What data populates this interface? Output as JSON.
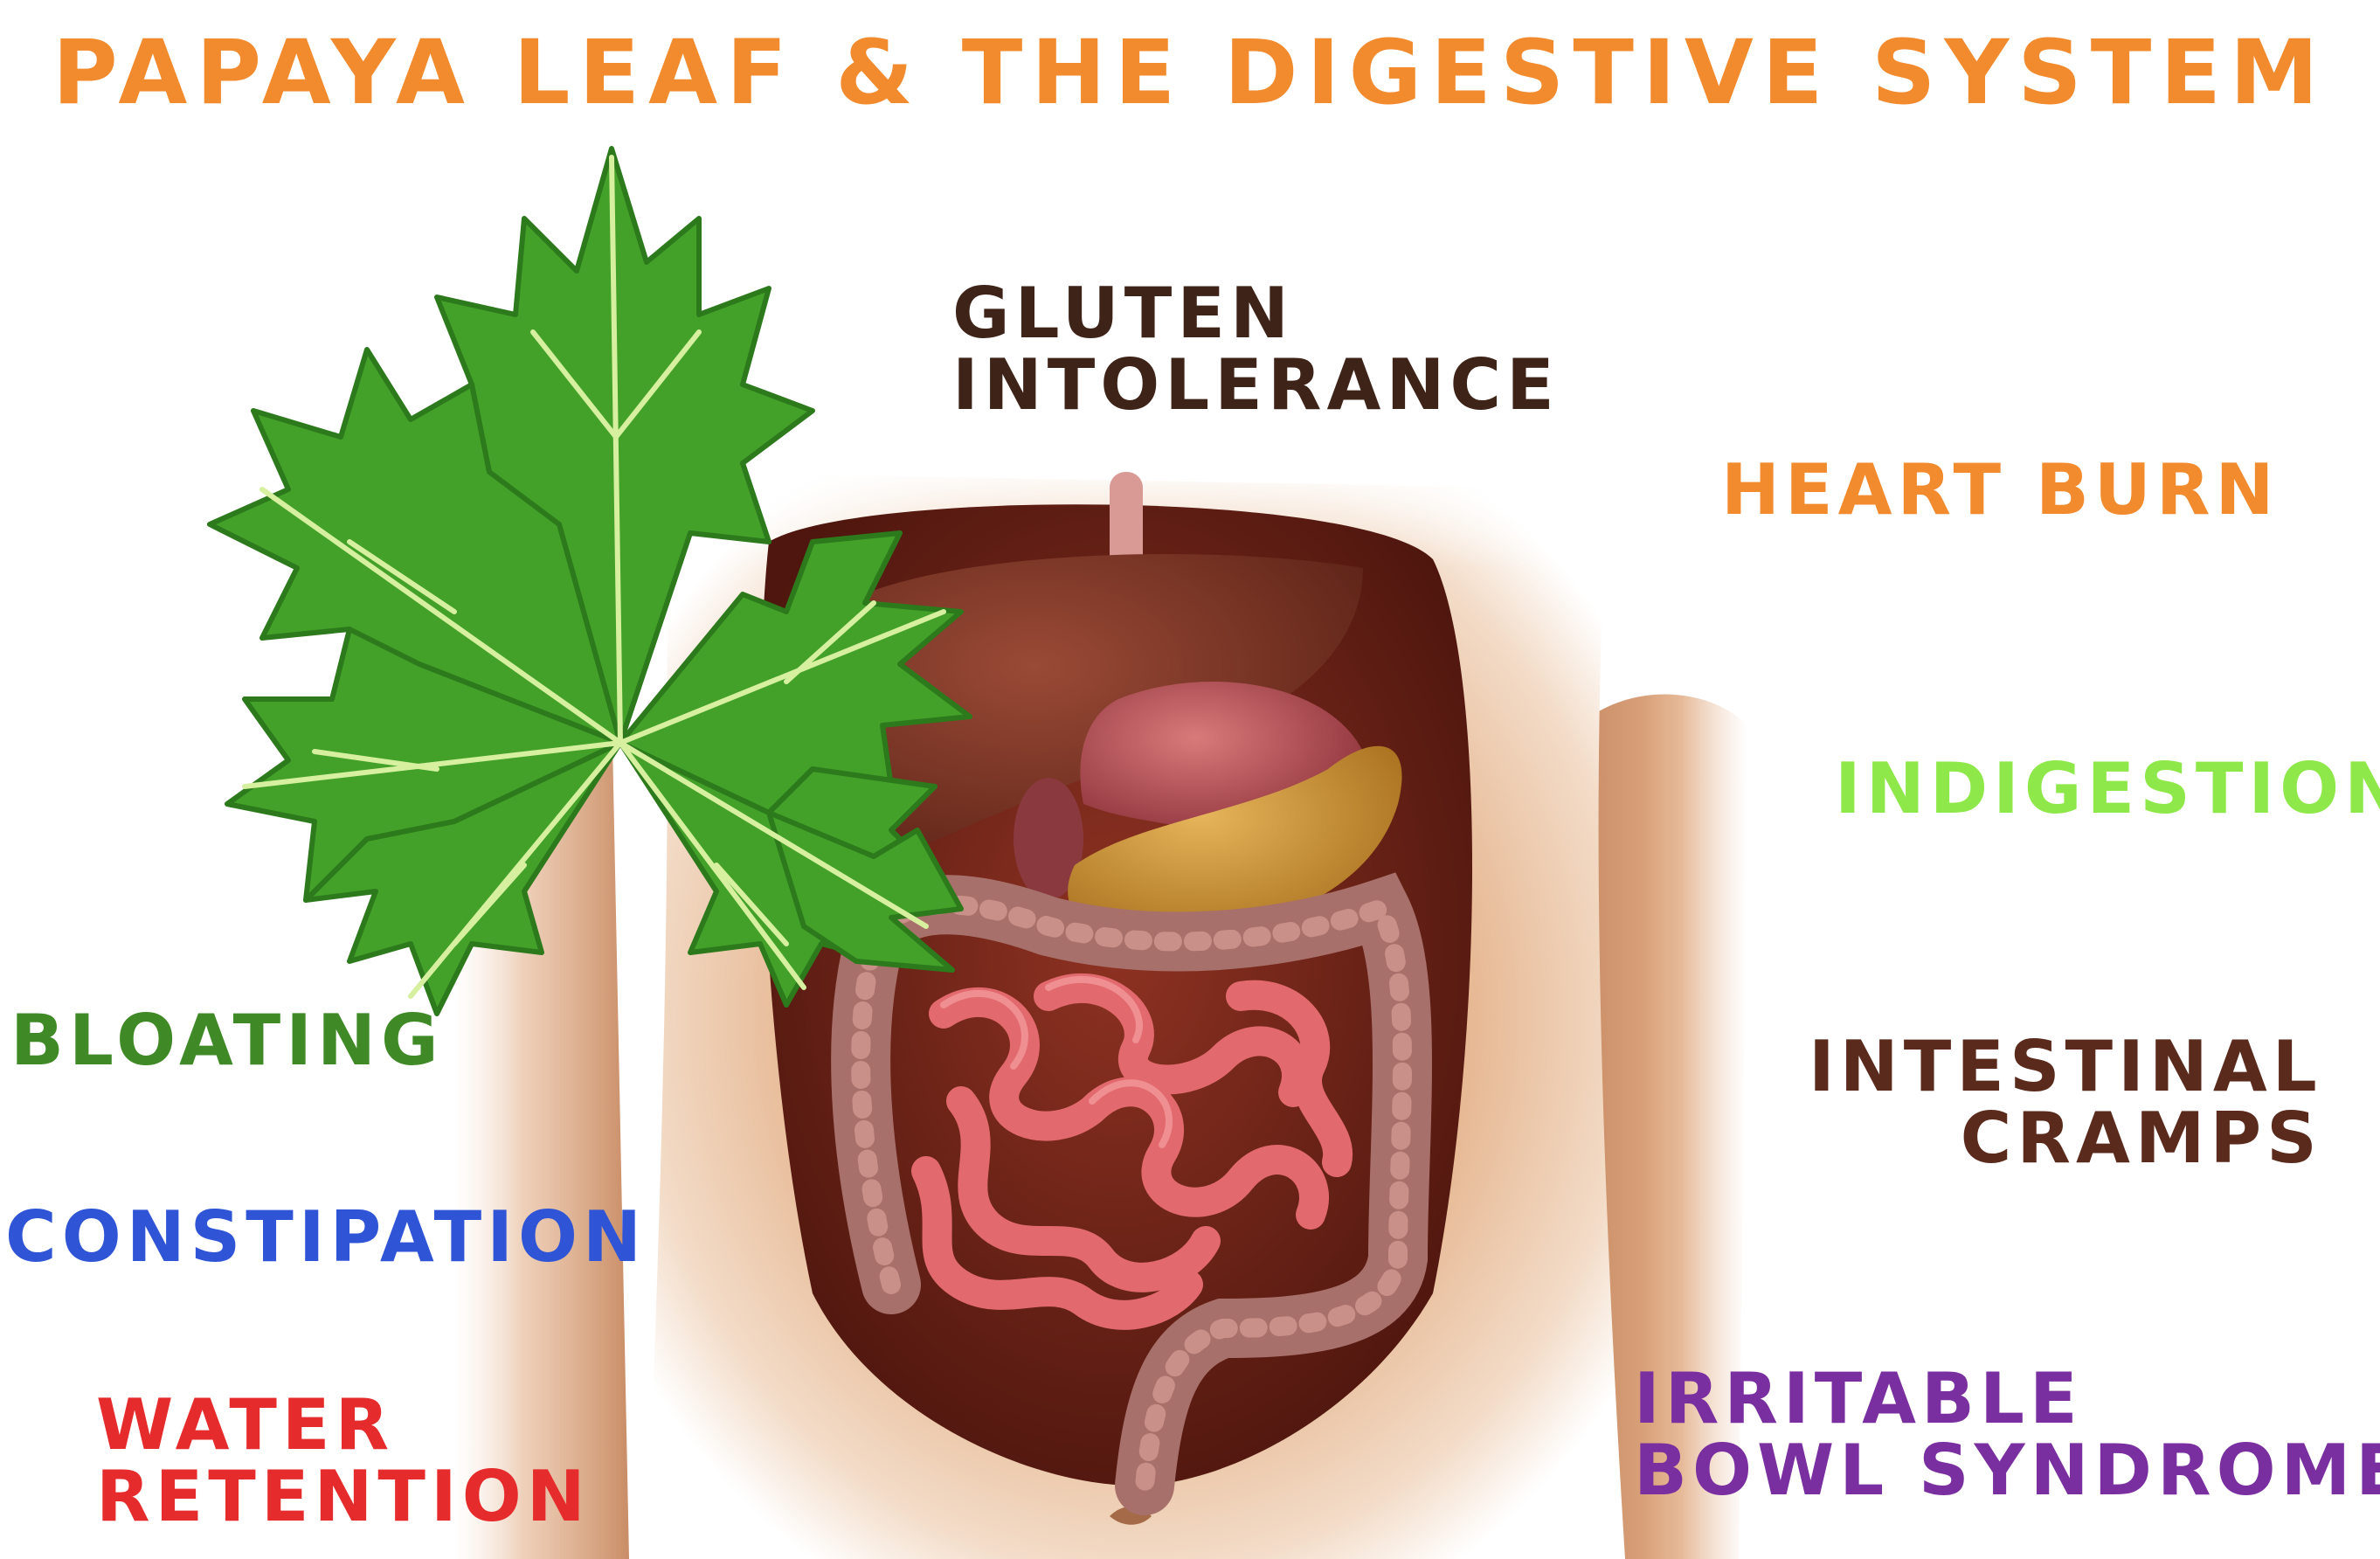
{
  "title": "PAPAYA LEAF & THE DIGESTIVE SYSTEM",
  "labels": {
    "gluten": [
      "GLUTEN",
      "INTOLERANCE"
    ],
    "heartburn": "HEART BURN",
    "indigestion": "INDIGESTION",
    "cramps": [
      "INTESTINAL",
      "CRAMPS"
    ],
    "bloating": "BLOATING",
    "constipation": "CONSTIPATION",
    "water": [
      "WATER",
      "RETENTION"
    ],
    "ibs": [
      "IRRITABLE",
      "BOWL SYNDROME"
    ]
  },
  "colors": {
    "title": "#f28a2e",
    "gluten": "#3e2418",
    "heartburn": "#f28a2e",
    "indigestion": "#8fe84a",
    "cramps": "#5a2a1c",
    "bloating": "#3f8a26",
    "constipation": "#2f55d6",
    "water": "#e52b2b",
    "ibs": "#7a2fa0",
    "leaf": "#43a12a",
    "leaf_dark": "#2c7a1c",
    "leaf_vein": "#d6f0a0",
    "skin": "#e3ad85",
    "skin_shadow": "#c68660",
    "cavity": "#7a2a1c",
    "liver": "#7e3a2a",
    "stomach": "#c45a5a",
    "pancreas": "#d49a3a",
    "colon": "#a86a5a",
    "small_intestine": "#e26a6a"
  },
  "icons": {
    "leaf": "papaya-leaf-icon"
  }
}
